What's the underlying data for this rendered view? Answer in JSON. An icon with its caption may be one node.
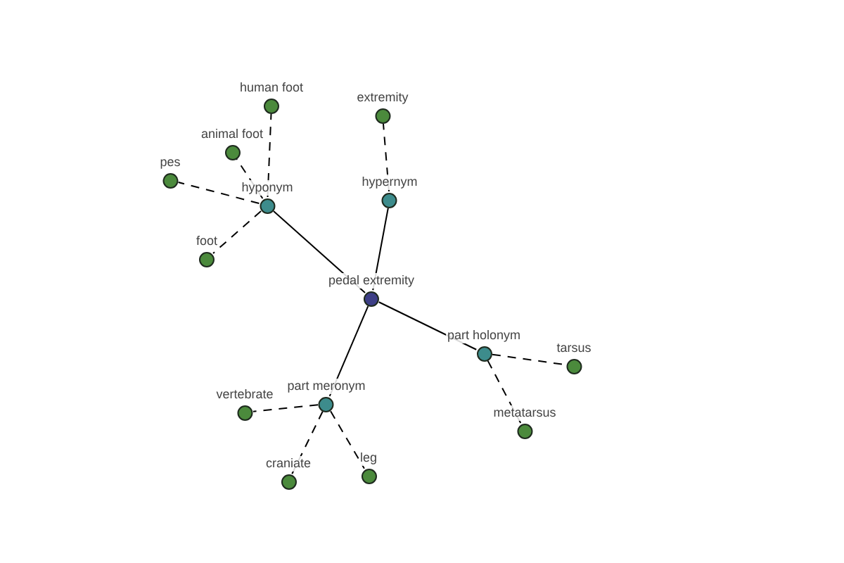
{
  "diagram": {
    "nodes": [
      {
        "text": [
          "pedal extremity"
        ]
      },
      {
        "text": [
          "hyponym"
        ]
      },
      {
        "text": [
          "hypernym"
        ]
      },
      {
        "text": [
          "part holonym"
        ]
      },
      {
        "text": [
          "part meronym"
        ]
      },
      {
        "text": [
          "human foot"
        ]
      },
      {
        "text": [
          "animal foot"
        ]
      },
      {
        "text": [
          "pes"
        ]
      },
      {
        "text": [
          "foot"
        ]
      },
      {
        "text": [
          "extremity"
        ]
      },
      {
        "text": [
          "tarsus"
        ]
      },
      {
        "text": [
          "metatarsus"
        ]
      },
      {
        "text": [
          "vertebrate"
        ]
      },
      {
        "text": [
          "craniate"
        ]
      },
      {
        "text": [
          "leg"
        ]
      }
    ],
    "edges": [
      {
        "from": 0,
        "to": 1,
        "arrow": "none"
      },
      {
        "from": 0,
        "to": 2,
        "arrow": "none"
      },
      {
        "from": 0,
        "to": 3,
        "arrow": "none"
      },
      {
        "from": 0,
        "to": 4,
        "arrow": "none"
      },
      {
        "from": 1,
        "to": 5,
        "arrow": "none",
        "style": "dashed"
      },
      {
        "from": 1,
        "to": 6,
        "arrow": "none",
        "style": "dashed"
      },
      {
        "from": 1,
        "to": 7,
        "arrow": "none",
        "style": "dashed"
      },
      {
        "from": 1,
        "to": 8,
        "arrow": "none",
        "style": "dashed"
      },
      {
        "from": 2,
        "to": 9,
        "arrow": "none",
        "style": "dashed"
      },
      {
        "from": 3,
        "to": 10,
        "arrow": "none",
        "style": "dashed"
      },
      {
        "from": 3,
        "to": 11,
        "arrow": "none",
        "style": "dashed"
      },
      {
        "from": 4,
        "to": 12,
        "arrow": "none",
        "style": "dashed"
      },
      {
        "from": 4,
        "to": 13,
        "arrow": "none",
        "style": "dashed"
      },
      {
        "from": 4,
        "to": 14,
        "arrow": "none",
        "style": "dashed"
      }
    ]
  }
}
